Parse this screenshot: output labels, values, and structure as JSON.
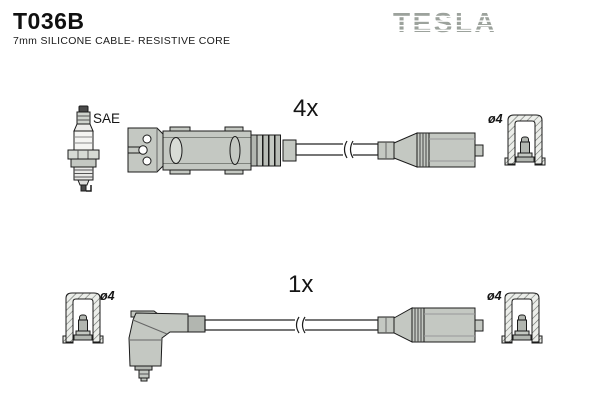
{
  "header": {
    "part_number": "T036B",
    "subtitle": "7mm SILICONE CABLE- RESISTIVE CORE",
    "brand_logo": "TESLA"
  },
  "labels": {
    "spark_plug_standard": "SAE",
    "top_set_quantity": "4x",
    "bottom_set_quantity": "1x",
    "terminal_diameter_top_right": "ø4",
    "terminal_diameter_bottom_left": "ø4",
    "terminal_diameter_bottom_right": "ø4"
  },
  "colors": {
    "connector_fill": "#c4c8c2",
    "connector_dark": "#b2b6b0",
    "outline": "#1b1b1b",
    "logo_gray": "#9ca29c",
    "background": "#ffffff"
  }
}
